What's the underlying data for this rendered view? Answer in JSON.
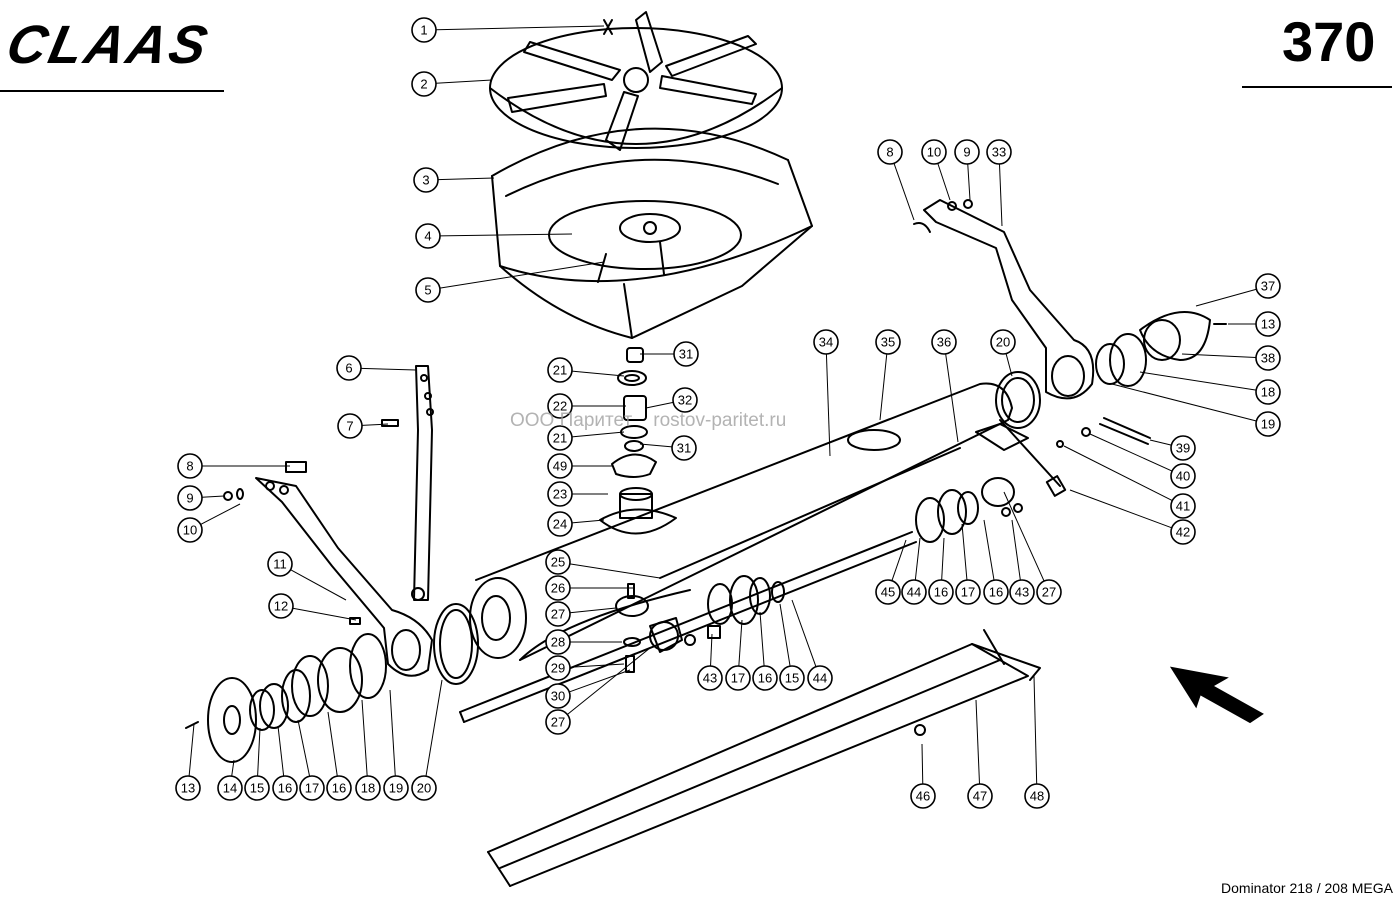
{
  "header": {
    "brand": "CLAAS",
    "page_number": "370"
  },
  "watermark": "ООО Паритет    rostov-paritet.ru",
  "footer": "Dominator 218 / 208 MEGA",
  "callouts": [
    {
      "num": "1"
    },
    {
      "num": "2"
    },
    {
      "num": "3"
    },
    {
      "num": "4"
    },
    {
      "num": "5"
    },
    {
      "num": "6"
    },
    {
      "num": "7"
    },
    {
      "num": "8"
    },
    {
      "num": "9"
    },
    {
      "num": "10"
    },
    {
      "num": "11"
    },
    {
      "num": "12"
    },
    {
      "num": "13"
    },
    {
      "num": "14"
    },
    {
      "num": "15"
    },
    {
      "num": "16"
    },
    {
      "num": "17"
    },
    {
      "num": "16"
    },
    {
      "num": "18"
    },
    {
      "num": "19"
    },
    {
      "num": "20"
    },
    {
      "num": "21"
    },
    {
      "num": "31"
    },
    {
      "num": "32"
    },
    {
      "num": "22"
    },
    {
      "num": "21"
    },
    {
      "num": "31"
    },
    {
      "num": "49"
    },
    {
      "num": "23"
    },
    {
      "num": "24"
    },
    {
      "num": "25"
    },
    {
      "num": "26"
    },
    {
      "num": "27"
    },
    {
      "num": "28"
    },
    {
      "num": "29"
    },
    {
      "num": "30"
    },
    {
      "num": "27"
    },
    {
      "num": "43"
    },
    {
      "num": "17"
    },
    {
      "num": "16"
    },
    {
      "num": "15"
    },
    {
      "num": "44"
    },
    {
      "num": "34"
    },
    {
      "num": "35"
    },
    {
      "num": "36"
    },
    {
      "num": "20"
    },
    {
      "num": "8"
    },
    {
      "num": "10"
    },
    {
      "num": "9"
    },
    {
      "num": "33"
    },
    {
      "num": "37"
    },
    {
      "num": "13"
    },
    {
      "num": "38"
    },
    {
      "num": "18"
    },
    {
      "num": "19"
    },
    {
      "num": "39"
    },
    {
      "num": "40"
    },
    {
      "num": "41"
    },
    {
      "num": "42"
    },
    {
      "num": "45"
    },
    {
      "num": "44"
    },
    {
      "num": "16"
    },
    {
      "num": "17"
    },
    {
      "num": "16"
    },
    {
      "num": "43"
    },
    {
      "num": "27"
    },
    {
      "num": "46"
    },
    {
      "num": "47"
    },
    {
      "num": "48"
    }
  ]
}
